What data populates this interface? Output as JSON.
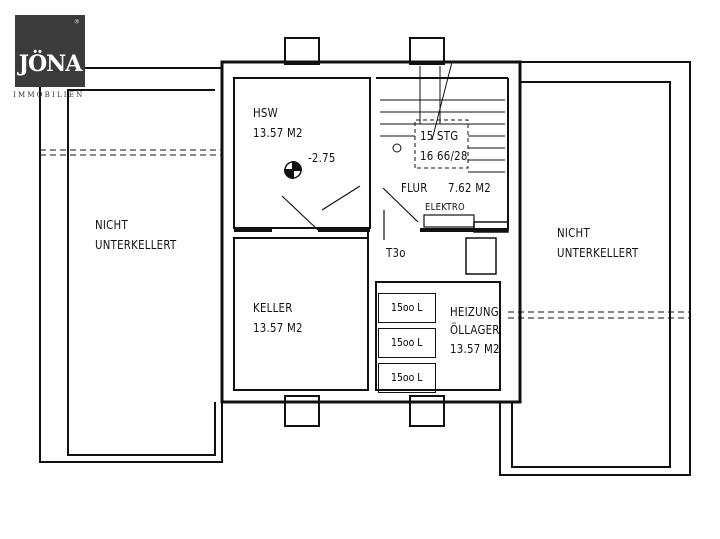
{
  "logo": {
    "name": "JÖNA",
    "subtitle": "IMMOBILIEN",
    "registered": "®"
  },
  "rooms": {
    "left_wing": {
      "line1": "NICHT",
      "line2": "UNTERKELLERT"
    },
    "right_wing": {
      "line1": "NICHT",
      "line2": "UNTERKELLERT"
    },
    "hsw": {
      "name": "HSW",
      "area": "13.57  M2"
    },
    "level": "-2.75",
    "stairs": {
      "line1": "15 STG",
      "line2": "16 66/28"
    },
    "flur": {
      "name": "FLUR",
      "area": "7.62  M2"
    },
    "elektro": "ELEKTRO",
    "door_rating": "T3o",
    "keller": {
      "name": "KELLER",
      "area": "13.57  M2"
    },
    "heizung": {
      "line1": "HEIZUNG",
      "line2": "ÖLLAGER",
      "area": "13.57 M2"
    },
    "tanks": [
      "15oo  L",
      "15oo  L",
      "15oo  L"
    ]
  }
}
